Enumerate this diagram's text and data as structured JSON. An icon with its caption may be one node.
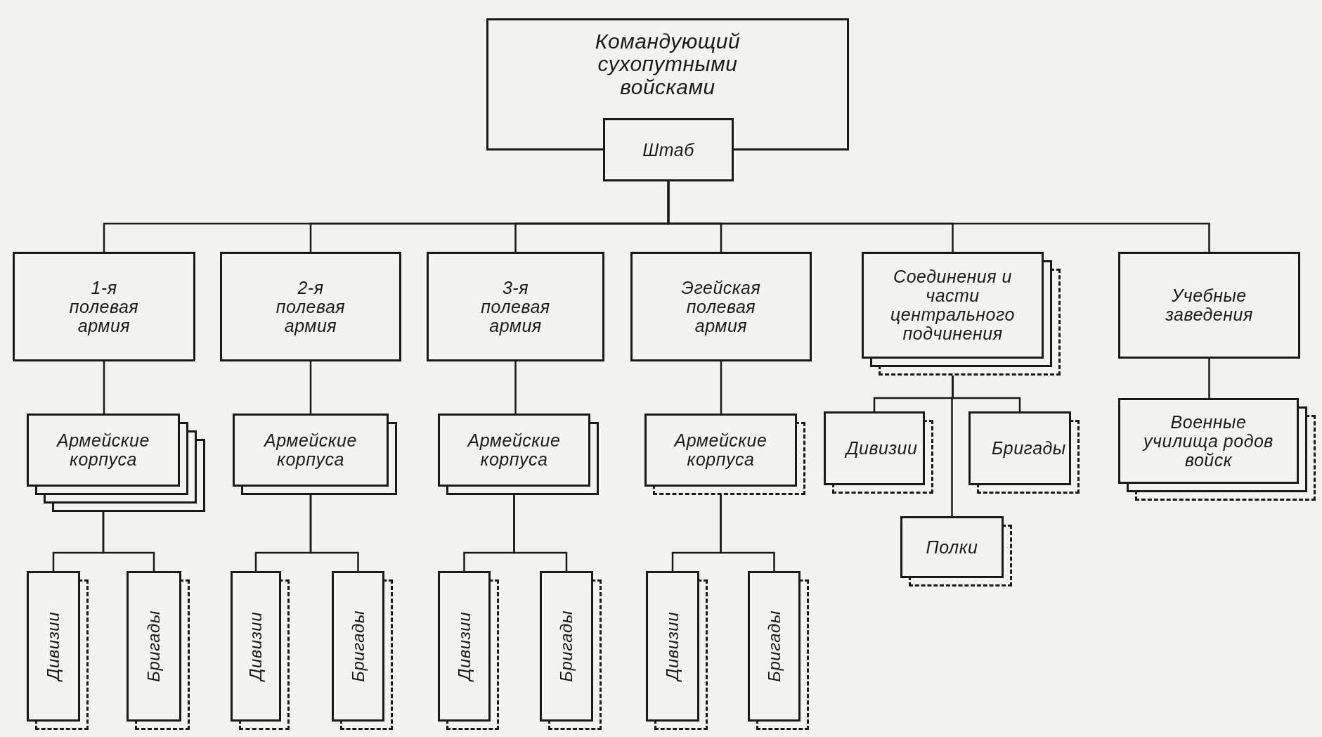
{
  "diagram": {
    "nodes": [
      {
        "text": [
          "Командующий сухопутными войсками"
        ]
      },
      {
        "text": [
          "Штаб"
        ]
      },
      {
        "text": [
          "1-я полевая армия"
        ]
      },
      {
        "text": [
          "2-я полевая армия"
        ]
      },
      {
        "text": [
          "3-я полевая армия"
        ]
      },
      {
        "text": [
          "Эгейская полевая армия"
        ]
      },
      {
        "text": [
          "Соединения и части центрального подчинения"
        ]
      },
      {
        "text": [
          "Учебные заведения"
        ]
      },
      {
        "text": [
          "Армейские корпуса"
        ]
      },
      {
        "text": [
          "Армейские корпуса"
        ]
      },
      {
        "text": [
          "Армейские корпуса"
        ]
      },
      {
        "text": [
          "Армейские корпуса"
        ]
      },
      {
        "text": [
          "Дивизии"
        ]
      },
      {
        "text": [
          "Бригады"
        ]
      },
      {
        "text": [
          "Дивизии"
        ]
      },
      {
        "text": [
          "Бригады"
        ]
      },
      {
        "text": [
          "Дивизии"
        ]
      },
      {
        "text": [
          "Бригады"
        ]
      },
      {
        "text": [
          "Дивизии"
        ]
      },
      {
        "text": [
          "Бригады"
        ]
      },
      {
        "text": [
          "Дивизии"
        ]
      },
      {
        "text": [
          "Бригады"
        ]
      },
      {
        "text": [
          "Полки"
        ]
      },
      {
        "text": [
          "Военные училища родов войск"
        ]
      }
    ],
    "edges": [
      {
        "from": 1,
        "to": 2,
        "arrow": "none"
      },
      {
        "from": 1,
        "to": 3,
        "arrow": "none"
      },
      {
        "from": 1,
        "to": 4,
        "arrow": "none"
      },
      {
        "from": 1,
        "to": 5,
        "arrow": "none"
      },
      {
        "from": 1,
        "to": 6,
        "arrow": "none"
      },
      {
        "from": 1,
        "to": 7,
        "arrow": "none"
      },
      {
        "from": 2,
        "to": 8,
        "arrow": "none"
      },
      {
        "from": 3,
        "to": 9,
        "arrow": "none"
      },
      {
        "from": 4,
        "to": 10,
        "arrow": "none"
      },
      {
        "from": 5,
        "to": 11,
        "arrow": "none"
      },
      {
        "from": 8,
        "to": 12,
        "arrow": "none"
      },
      {
        "from": 8,
        "to": 13,
        "arrow": "none"
      },
      {
        "from": 9,
        "to": 14,
        "arrow": "none"
      },
      {
        "from": 9,
        "to": 15,
        "arrow": "none"
      },
      {
        "from": 10,
        "to": 16,
        "arrow": "none"
      },
      {
        "from": 10,
        "to": 17,
        "arrow": "none"
      },
      {
        "from": 11,
        "to": 18,
        "arrow": "none"
      },
      {
        "from": 11,
        "to": 19,
        "arrow": "none"
      },
      {
        "from": 6,
        "to": 20,
        "arrow": "none"
      },
      {
        "from": 6,
        "to": 21,
        "arrow": "none"
      },
      {
        "from": 6,
        "to": 22,
        "arrow": "none"
      },
      {
        "from": 7,
        "to": 23,
        "arrow": "none"
      }
    ]
  }
}
